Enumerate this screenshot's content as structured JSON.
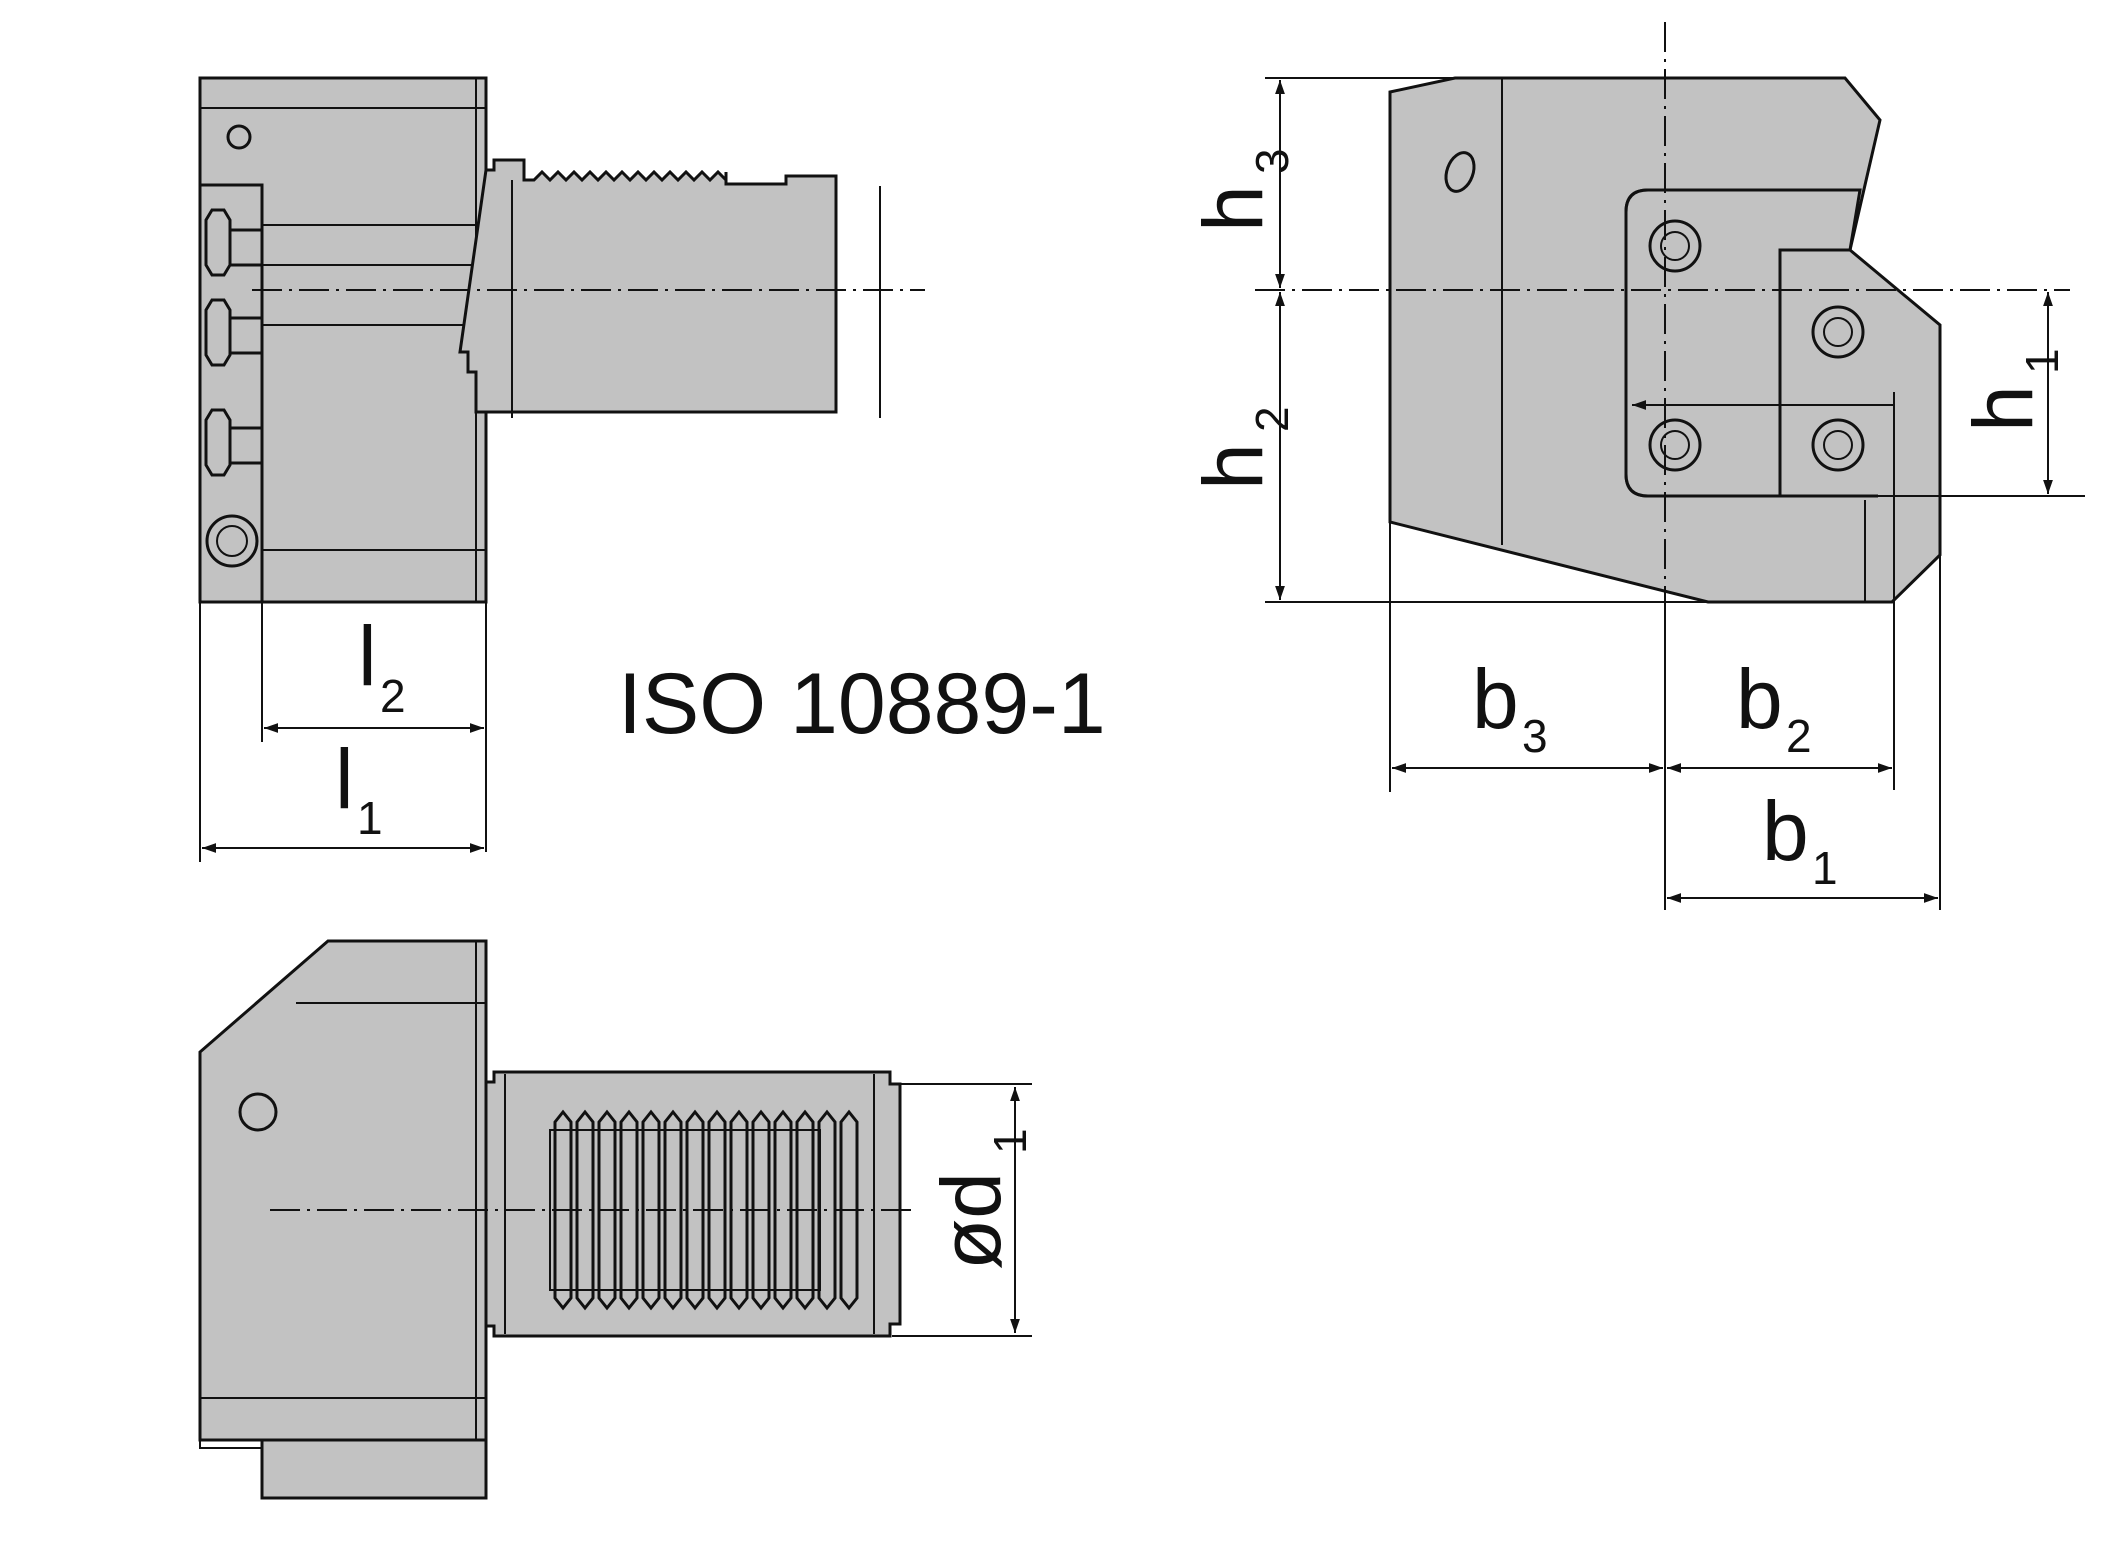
{
  "standard_label": "ISO 10889-1",
  "dimensions": {
    "l1": {
      "main": "l",
      "sub": "1"
    },
    "l2": {
      "main": "l",
      "sub": "2"
    },
    "h1": {
      "main": "h",
      "sub": "1"
    },
    "h2": {
      "main": "h",
      "sub": "2"
    },
    "h3": {
      "main": "h",
      "sub": "3"
    },
    "b1": {
      "main": "b",
      "sub": "1"
    },
    "b2": {
      "main": "b",
      "sub": "2"
    },
    "b3": {
      "main": "b",
      "sub": "3"
    },
    "d1": {
      "main": "ød",
      "sub": "1"
    }
  },
  "colors": {
    "body": "#c2c2c2",
    "line": "#111111",
    "background": "#ffffff"
  }
}
